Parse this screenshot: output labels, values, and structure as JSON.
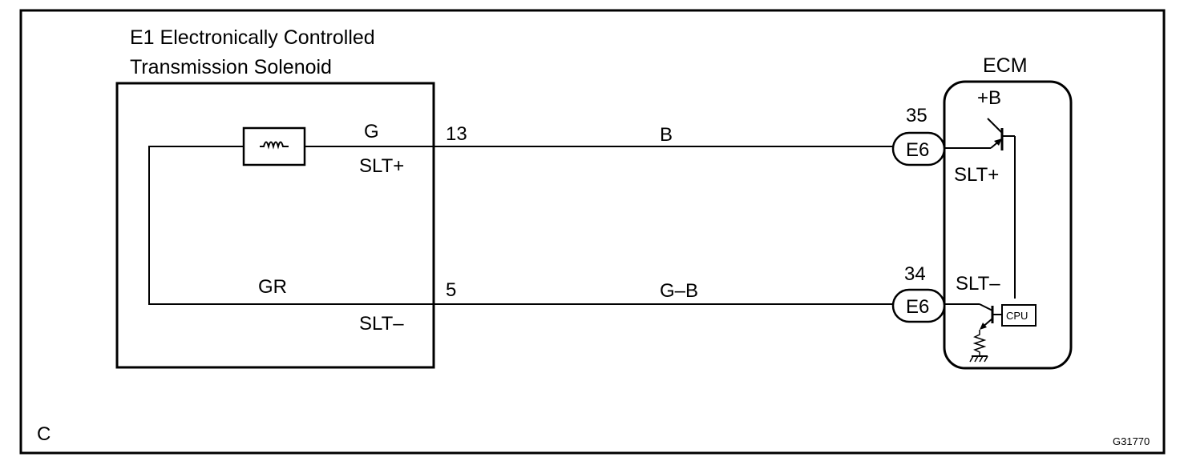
{
  "solenoid": {
    "title_line1": "E1 Electronically Controlled",
    "title_line2": "Transmission Solenoid",
    "wire_top_color": "G",
    "wire_top_signal": "SLT+",
    "wire_bottom_color": "GR",
    "wire_bottom_signal": "SLT–",
    "pin_top": "13",
    "pin_bottom": "5"
  },
  "harness": {
    "wire_top_color": "B",
    "wire_bottom_color": "G–B"
  },
  "ecm": {
    "title": "ECM",
    "connector_top_pin": "35",
    "connector_top_label": "E6",
    "connector_bottom_pin": "34",
    "connector_bottom_label": "E6",
    "power_label": "+B",
    "signal_top": "SLT+",
    "signal_bottom": "SLT–",
    "cpu_label": "CPU"
  },
  "corner_label": "C",
  "figure_code": "G31770"
}
